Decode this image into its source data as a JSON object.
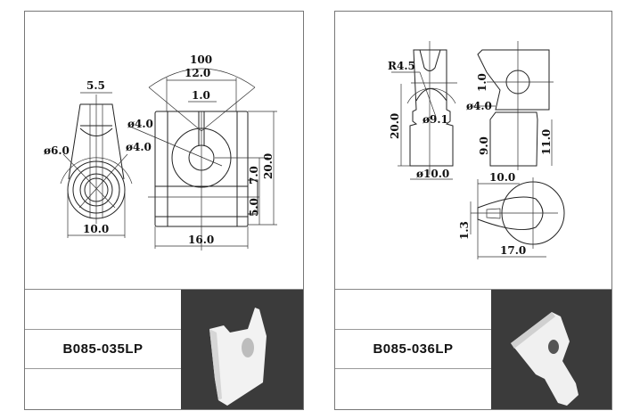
{
  "panels": [
    {
      "part_number": "B085-035LP",
      "dimensions": {
        "top_width": "5.5",
        "outer_diameter": "ø6.0",
        "inner_diameter_left": "ø4.0",
        "base_width": "10.0",
        "angle": "100",
        "slot_span": "12.0",
        "slot_width": "1.0",
        "hole_diameter": "ø4.0",
        "height": "20.0",
        "hole_offset": "7.0",
        "tab_height": "5.0",
        "total_width": "16.0"
      }
    },
    {
      "part_number": "B085-036LP",
      "dimensions": {
        "radius": "R4.5",
        "height": "20.0",
        "inner_diameter": "ø9.1",
        "base_diameter": "ø10.0",
        "slot_width": "1.0",
        "hole_diameter": "ø4.0",
        "shank_length": "9.0",
        "shank_total": "11.0",
        "head_width": "10.0",
        "gap": "1.3",
        "total_length": "17.0"
      }
    }
  ],
  "colors": {
    "photo_bg": "#3b3b3b",
    "border": "#777777"
  }
}
